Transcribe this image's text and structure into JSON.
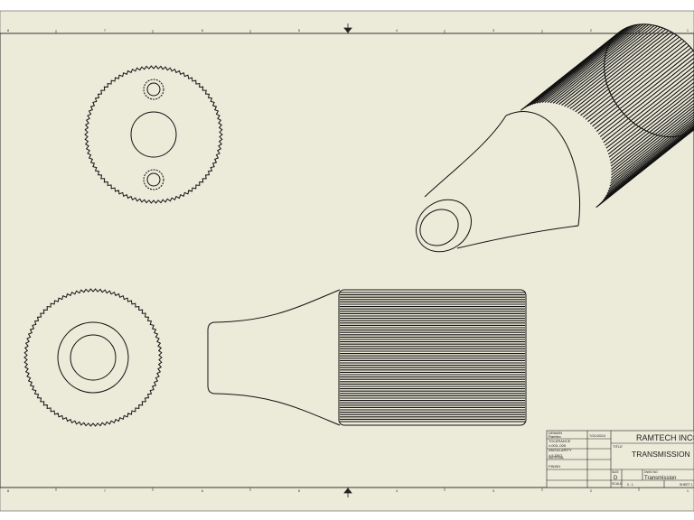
{
  "drawing": {
    "zones": [
      "8",
      "7",
      "6",
      "5",
      "4",
      "3",
      "2",
      "1"
    ],
    "title_block": {
      "drawn_label": "DRAWN",
      "drawn_by": "Ramtec",
      "tolerance_label": "TOLERANCE",
      "tolerance_value": "±.003-.005",
      "angularity_label": "ANGULARITY",
      "angularity_value": "±.5 DEG",
      "material_label": "MATERIAL",
      "finish_label": "FINISH",
      "date": "7/21/2024",
      "company": "RAMTECH INC®©",
      "title_label": "TITLE",
      "title": "TRANSMISSION",
      "size_label": "SIZE",
      "size": "D",
      "dwg_label": "DWG NO",
      "dwg_no": "Transmission",
      "scale_label": "SCALE",
      "scale": "0 : 1",
      "sheet_label": "SHEET 1"
    }
  }
}
